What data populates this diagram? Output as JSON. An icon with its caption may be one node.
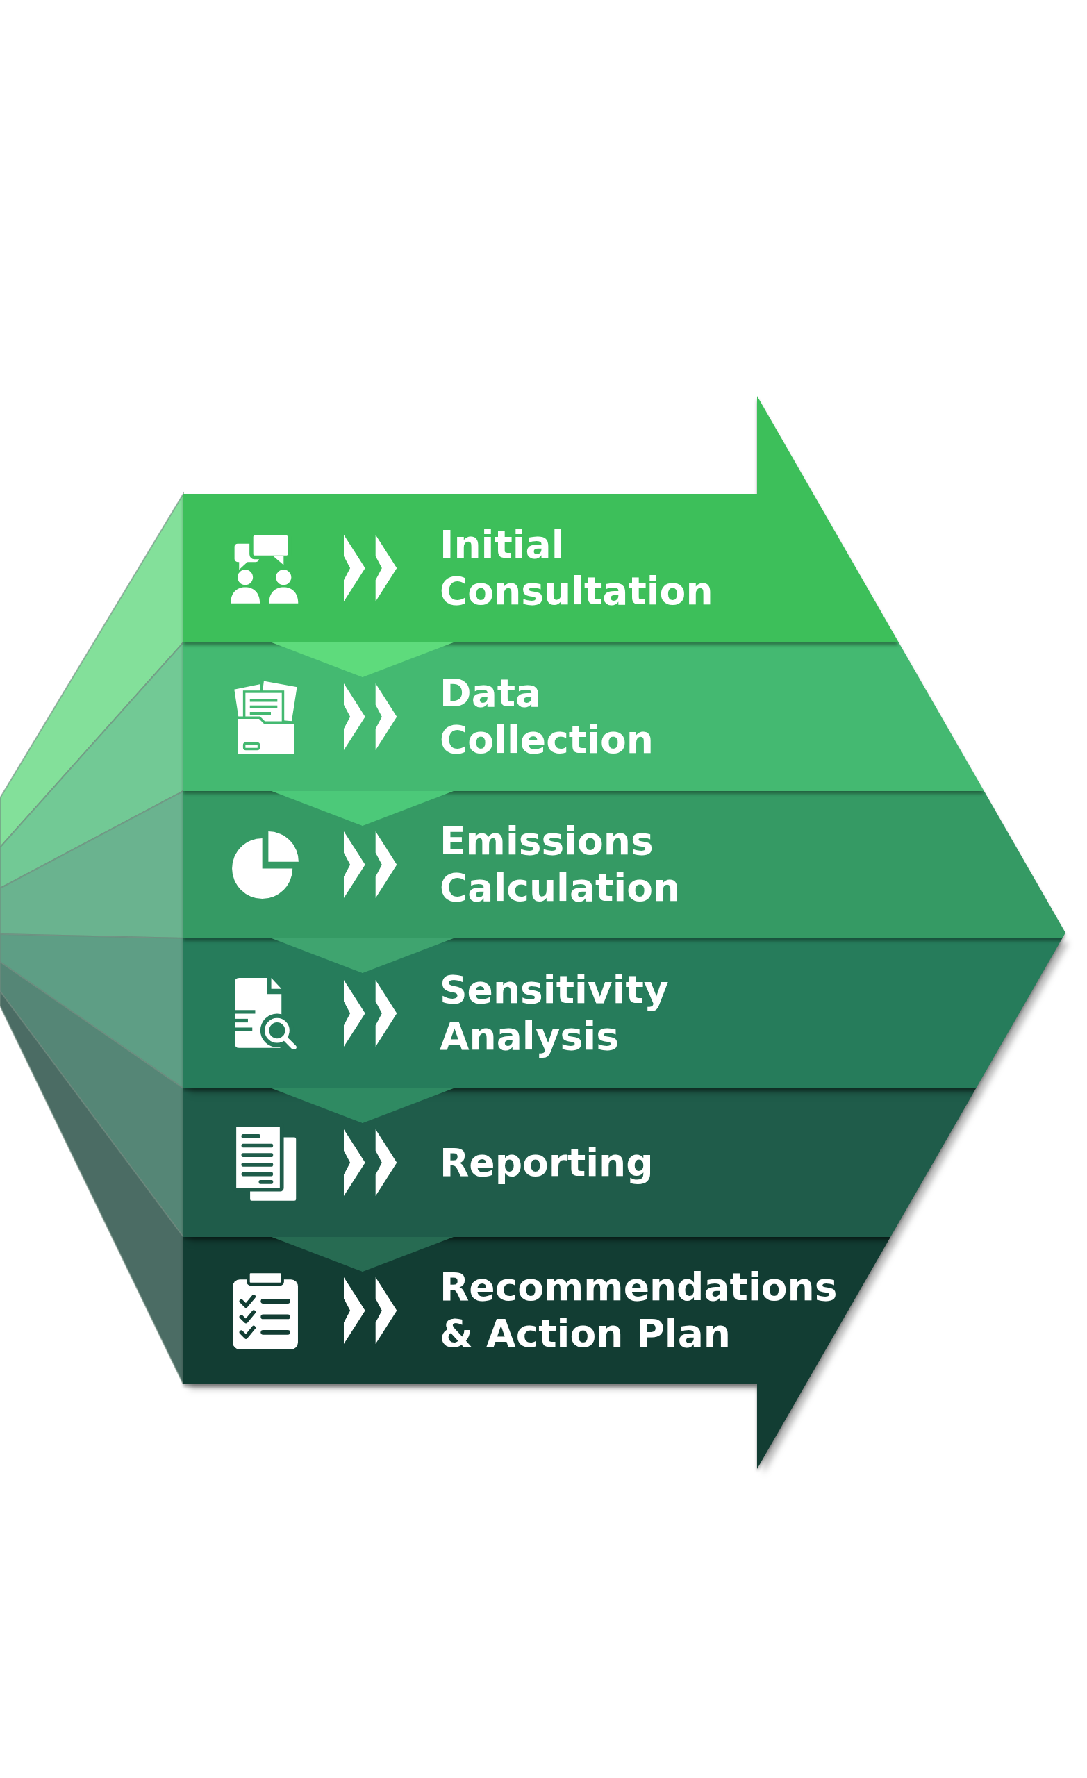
{
  "diagram": {
    "nodes": [
      {
        "text": [
          "Initial Consultation"
        ]
      },
      {
        "text": [
          "Data Collection"
        ]
      },
      {
        "text": [
          "Emissions Calculation"
        ]
      },
      {
        "text": [
          "Sensitivity Analysis"
        ]
      },
      {
        "text": [
          "Reporting"
        ]
      },
      {
        "text": [
          "Recommendations & Action Plan"
        ]
      }
    ],
    "edges": [
      {
        "from": 0,
        "to": 1,
        "arrow": "to",
        "color": "#5edb7c"
      },
      {
        "from": 1,
        "to": 2,
        "arrow": "to",
        "color": "#4cc979"
      },
      {
        "from": 2,
        "to": 3,
        "arrow": "to",
        "color": "#3fa46f"
      },
      {
        "from": 3,
        "to": 4,
        "arrow": "to",
        "color": "#2f8a62"
      },
      {
        "from": 4,
        "to": 5,
        "arrow": "to",
        "color": "#276b52"
      }
    ]
  }
}
